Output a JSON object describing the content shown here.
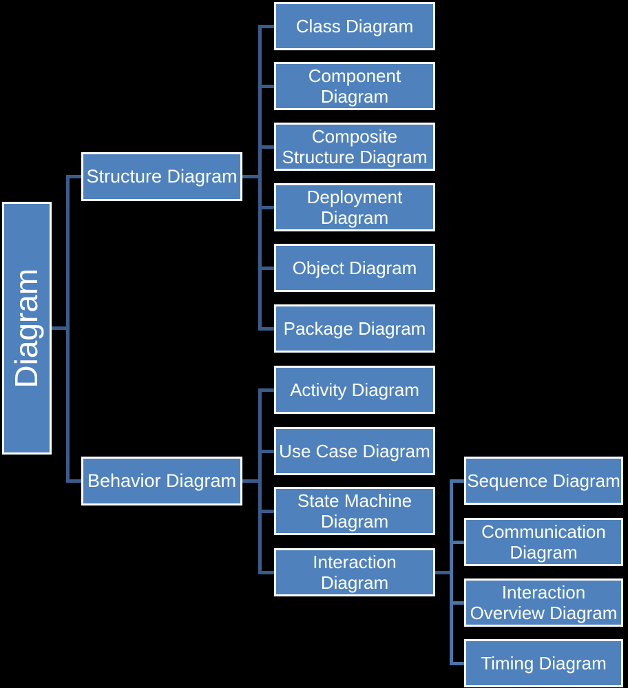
{
  "root": {
    "label": "Diagram"
  },
  "branches": [
    {
      "label": "Structure Diagram",
      "children": [
        {
          "label": "Class Diagram"
        },
        {
          "label": "Component\nDiagram"
        },
        {
          "label": "Composite\nStructure Diagram"
        },
        {
          "label": "Deployment\nDiagram"
        },
        {
          "label": "Object Diagram"
        },
        {
          "label": "Package Diagram"
        }
      ]
    },
    {
      "label": "Behavior Diagram",
      "children": [
        {
          "label": "Activity Diagram"
        },
        {
          "label": "Use Case Diagram"
        },
        {
          "label": "State Machine\nDiagram"
        },
        {
          "label": "Interaction\nDiagram",
          "children": [
            {
              "label": "Sequence Diagram"
            },
            {
              "label": "Communication\nDiagram"
            },
            {
              "label": "Interaction\nOverview Diagram"
            },
            {
              "label": "Timing Diagram"
            }
          ]
        }
      ]
    }
  ],
  "colors": {
    "background": "#000000",
    "node_fill": "#4f81bd",
    "node_border": "#ffffff",
    "node_text": "#ffffff",
    "connector": "#3a5c8c",
    "connector_light": "#4a74a8"
  }
}
